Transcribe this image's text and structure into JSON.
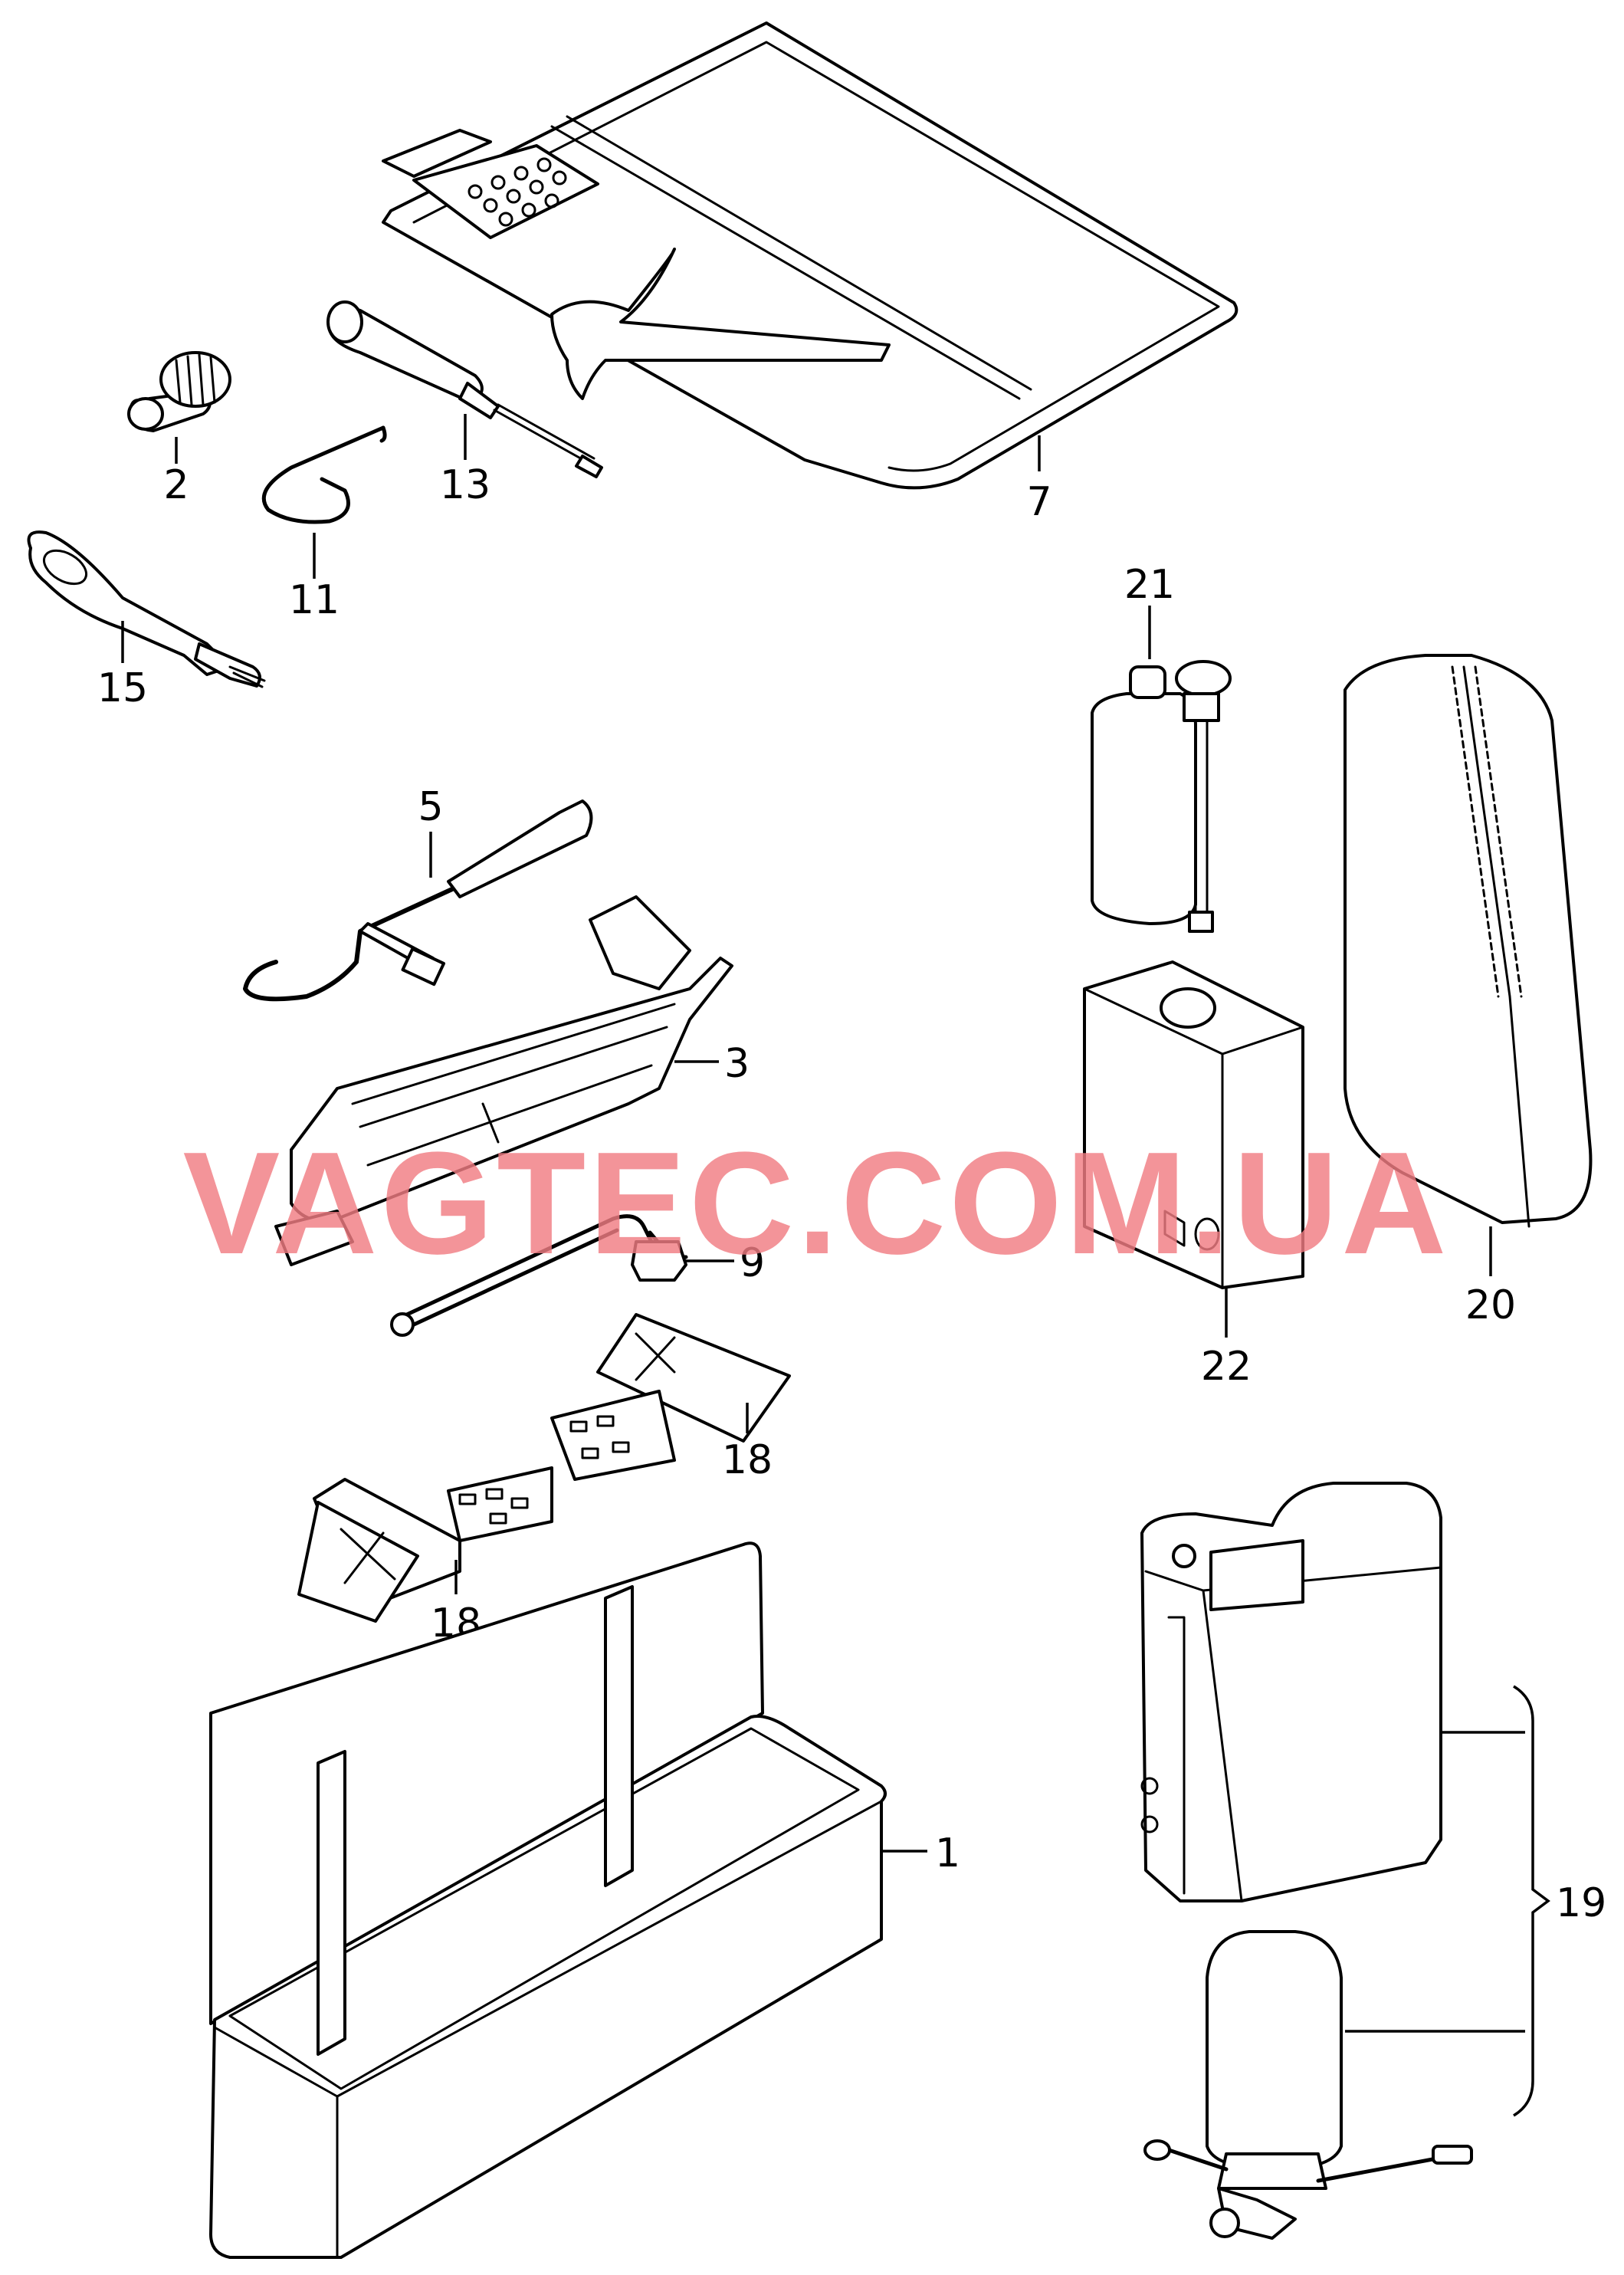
{
  "callouts": {
    "c1": "1",
    "c2": "2",
    "c3": "3",
    "c5": "5",
    "c7": "7",
    "c9": "9",
    "c11": "11",
    "c13": "13",
    "c15": "15",
    "c18a": "18",
    "c18b": "18",
    "c19": "19",
    "c20": "20",
    "c21": "21",
    "c22": "22"
  },
  "watermark": "VAGTEC.COM.UA",
  "colors": {
    "line": "#000000",
    "background": "#ffffff",
    "watermark": "#f07c82"
  }
}
